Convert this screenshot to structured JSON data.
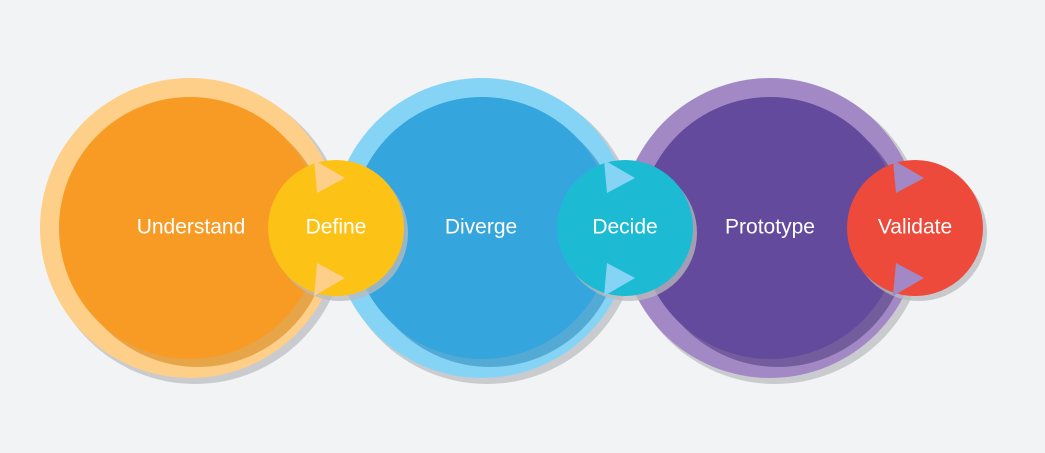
{
  "diagram": {
    "title": "",
    "stages": [
      {
        "key": "understand",
        "label": "Understand",
        "color": "#F79B25",
        "ring_color": "#FECF88",
        "arrow_color": "#FECF88"
      },
      {
        "key": "define",
        "label": "Define",
        "color": "#FCC216"
      },
      {
        "key": "diverge",
        "label": "Diverge",
        "color": "#35A5DD",
        "ring_color": "#86D4F5",
        "arrow_color": "#86D4F5"
      },
      {
        "key": "decide",
        "label": "Decide",
        "color": "#1DBAD4"
      },
      {
        "key": "prototype",
        "label": "Prototype",
        "color": "#644A9C",
        "ring_color": "#A288C4",
        "arrow_color": "#A288C4"
      },
      {
        "key": "validate",
        "label": "Validate",
        "color": "#EE4A3C"
      }
    ],
    "background": "#F2F3F5",
    "shadow_color": "#C9CBCE"
  }
}
